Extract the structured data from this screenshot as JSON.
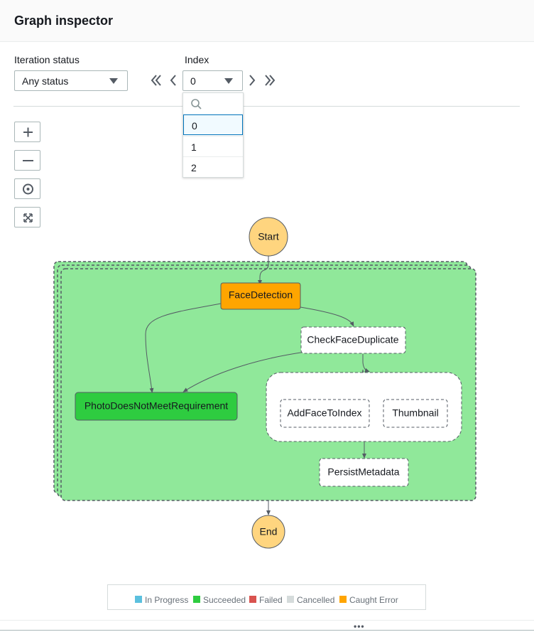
{
  "title": "Graph inspector",
  "iteration_status": {
    "label": "Iteration status",
    "value": "Any status"
  },
  "index": {
    "label": "Index",
    "value": "0",
    "options": [
      "0",
      "1",
      "2"
    ],
    "selected": "0"
  },
  "nav_icons": [
    "first-page-icon",
    "previous-icon",
    "next-icon",
    "last-page-icon"
  ],
  "tools": [
    "zoom-in-icon",
    "zoom-out-icon",
    "center-icon",
    "fit-screen-icon"
  ],
  "graph": {
    "start": "Start",
    "end": "End",
    "states": {
      "face_detection": "FaceDetection",
      "check_face_duplicate": "CheckFaceDuplicate",
      "photo_fail": "PhotoDoesNotMeetRequirement",
      "add_face": "AddFaceToIndex",
      "thumbnail": "Thumbnail",
      "persist": "PersistMetadata"
    }
  },
  "legend": [
    {
      "label": "In Progress",
      "color": "#5bc0de"
    },
    {
      "label": "Succeeded",
      "color": "#2ecc40"
    },
    {
      "label": "Failed",
      "color": "#d9534f"
    },
    {
      "label": "Cancelled",
      "color": "#d5dbdb"
    },
    {
      "label": "Caught Error",
      "color": "#ffa500"
    }
  ],
  "colors": {
    "map_fill": "#90e89a",
    "start_end": "#ffd57f",
    "caught_error": "#ffa500",
    "succeeded": "#2ecc40"
  }
}
